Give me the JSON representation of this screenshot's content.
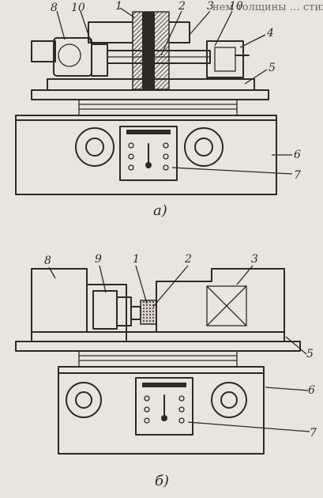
{
  "header_fragment": "нем толщины … стих",
  "panel_a": {
    "caption": "а)",
    "labels": {
      "n8": "8",
      "n10a": "10",
      "n1": "1",
      "n2": "2",
      "n3": "3",
      "n10b": "10",
      "n4": "4",
      "n5": "5",
      "n6": "6",
      "n7": "7"
    }
  },
  "panel_b": {
    "caption": "б)",
    "labels": {
      "n8": "8",
      "n9": "9",
      "n1": "1",
      "n2": "2",
      "n3": "3",
      "n5": "5",
      "n6": "6",
      "n7": "7"
    }
  },
  "colors": {
    "ink": "#2e2924",
    "paper": "#e9e4dc",
    "ghost_text": "#8f8a84"
  }
}
